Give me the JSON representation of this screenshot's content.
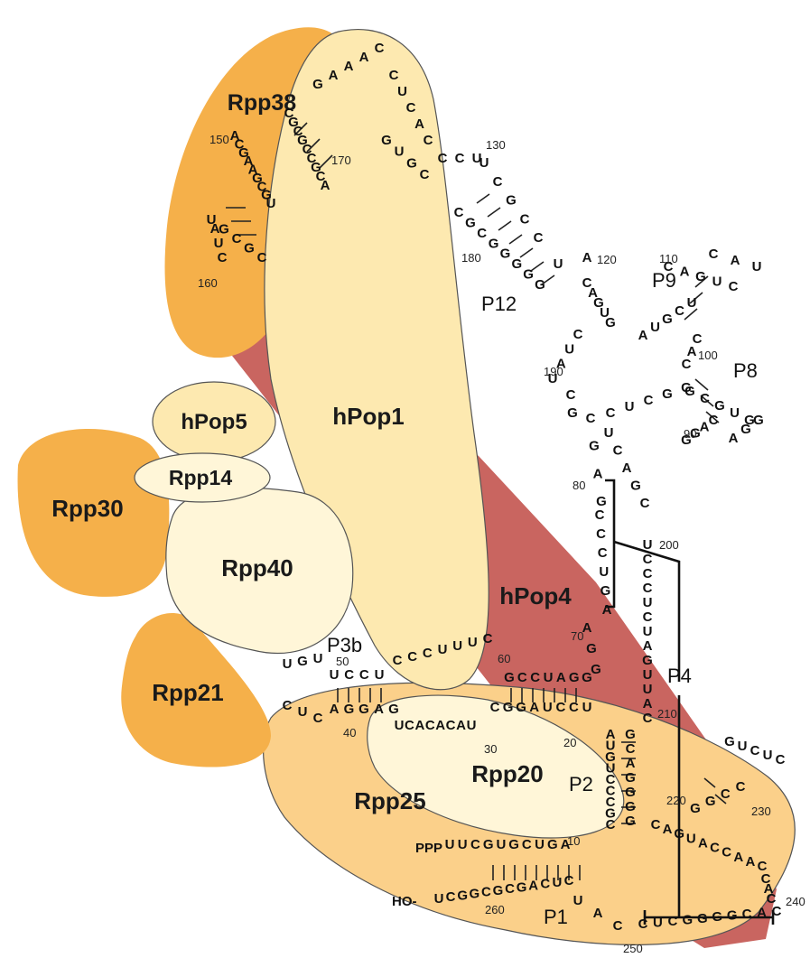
{
  "proteins": {
    "rpp38": "Rpp38",
    "hpop1": "hPop1",
    "hpop5": "hPop5",
    "rpp14": "Rpp14",
    "rpp30": "Rpp30",
    "rpp40": "Rpp40",
    "rpp21": "Rpp21",
    "hpop4": "hPop4",
    "rpp20": "Rpp20",
    "rpp25": "Rpp25"
  },
  "helices": {
    "p12": "P12",
    "p9": "P9",
    "p8": "P8",
    "p4": "P4",
    "p3b": "P3b",
    "p2": "P2",
    "p1": "P1"
  },
  "end_labels": {
    "five_prime": "PPP",
    "three_prime": "HO-"
  },
  "positions": {
    "n10": "10",
    "n20": "20",
    "n30": "30",
    "n40": "40",
    "n50": "50",
    "n60": "60",
    "n70": "70",
    "n80": "80",
    "n90": "90",
    "n100": "100",
    "n110": "110",
    "n120": "120",
    "n130": "130",
    "n150": "150",
    "n160": "160",
    "n170": "170",
    "n180": "180",
    "n190": "190",
    "n200": "200",
    "n210": "210",
    "n220": "220",
    "n230": "230",
    "n240": "240",
    "n250": "250",
    "n260": "260"
  },
  "colors": {
    "pale_yellow": "#fde9b0",
    "cream": "#fff6d8",
    "orange": "#f5b04a",
    "light_orange": "#fbd08a",
    "red_brown": "#c96560"
  }
}
